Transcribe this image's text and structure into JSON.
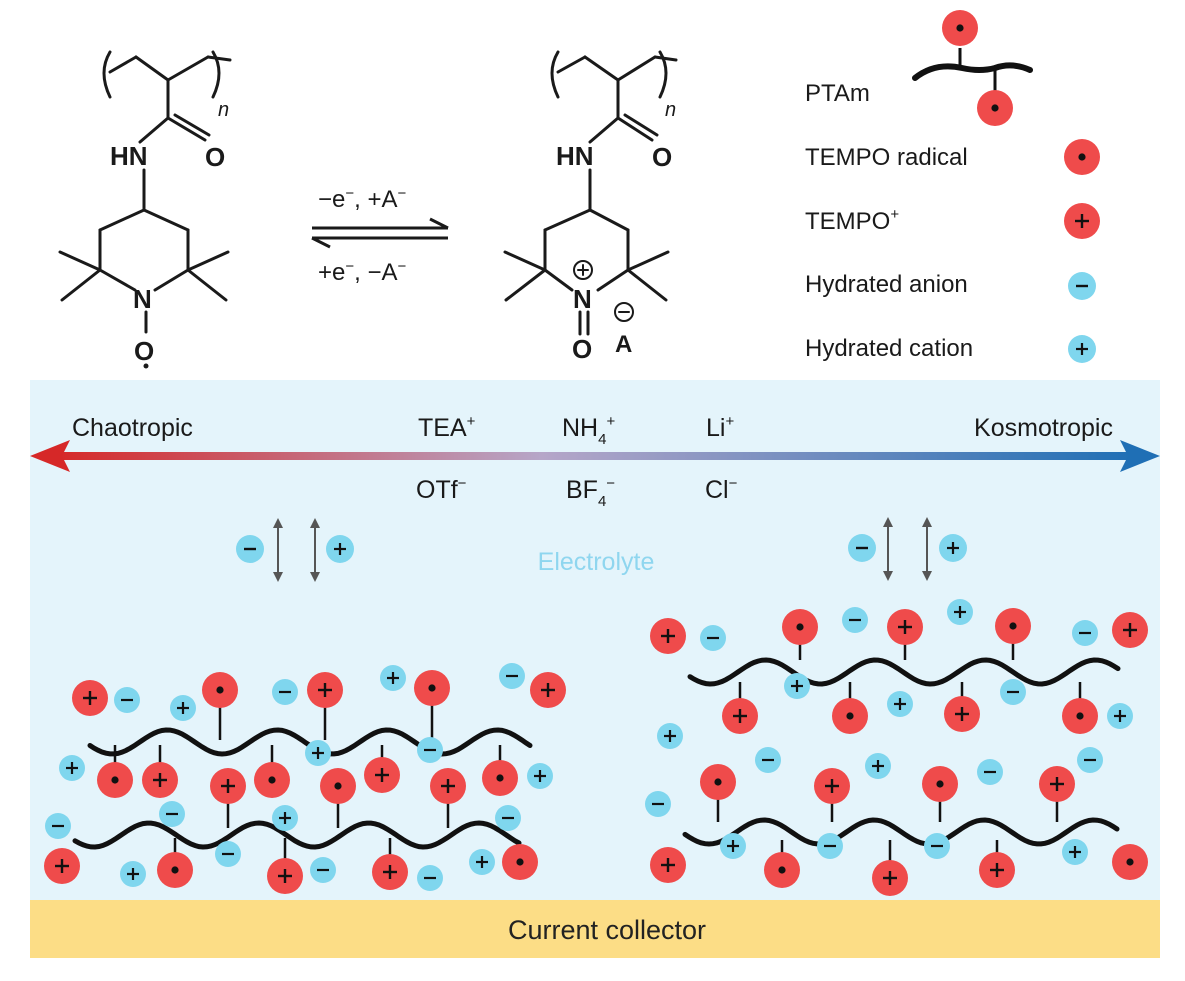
{
  "reaction": {
    "left": {
      "nh": "HN",
      "o_carbonyl": "O",
      "n": "N",
      "o_radical": "O",
      "subscript": "n"
    },
    "right": {
      "nh": "HN",
      "o_carbonyl": "O",
      "n": "N",
      "o": "O",
      "anion": "A",
      "subscript": "n"
    },
    "forward": {
      "a": "−e",
      "a_sup": "−",
      "b": ",  +A",
      "b_sup": "−"
    },
    "backward": {
      "a": "+e",
      "a_sup": "−",
      "b": ",  −A",
      "b_sup": "−"
    }
  },
  "legend": [
    {
      "label": "PTAm",
      "symbol": "chain"
    },
    {
      "label": "TEMPO radical",
      "symbol": "radical"
    },
    {
      "label": "TEMPO",
      "label_sup": "+",
      "symbol": "plus-red"
    },
    {
      "label": "Hydrated anion",
      "symbol": "minus-blue"
    },
    {
      "label": "Hydrated cation",
      "symbol": "plus-blue"
    }
  ],
  "scale": {
    "left_label": "Chaotropic",
    "right_label": "Kosmotropic",
    "cations": [
      {
        "base": "TEA",
        "sup": "+"
      },
      {
        "base": "NH",
        "sub": "4",
        "sup": "+"
      },
      {
        "base": "Li",
        "sup": "+"
      }
    ],
    "anions": [
      {
        "base": "OTf",
        "sup": "−"
      },
      {
        "base": "BF",
        "sub": "4",
        "sup": "−"
      },
      {
        "base": "Cl",
        "sup": "−"
      }
    ]
  },
  "electrolyte_label": "Electrolyte",
  "collector_label": "Current collector",
  "colors": {
    "radical": "#ef4b4b",
    "ion": "#7fd6ee",
    "electrolyte_bg": "#e4f4fb",
    "collector": "#fcdd86",
    "arrow_left": "#d62828",
    "arrow_right": "#1f6fb5"
  }
}
